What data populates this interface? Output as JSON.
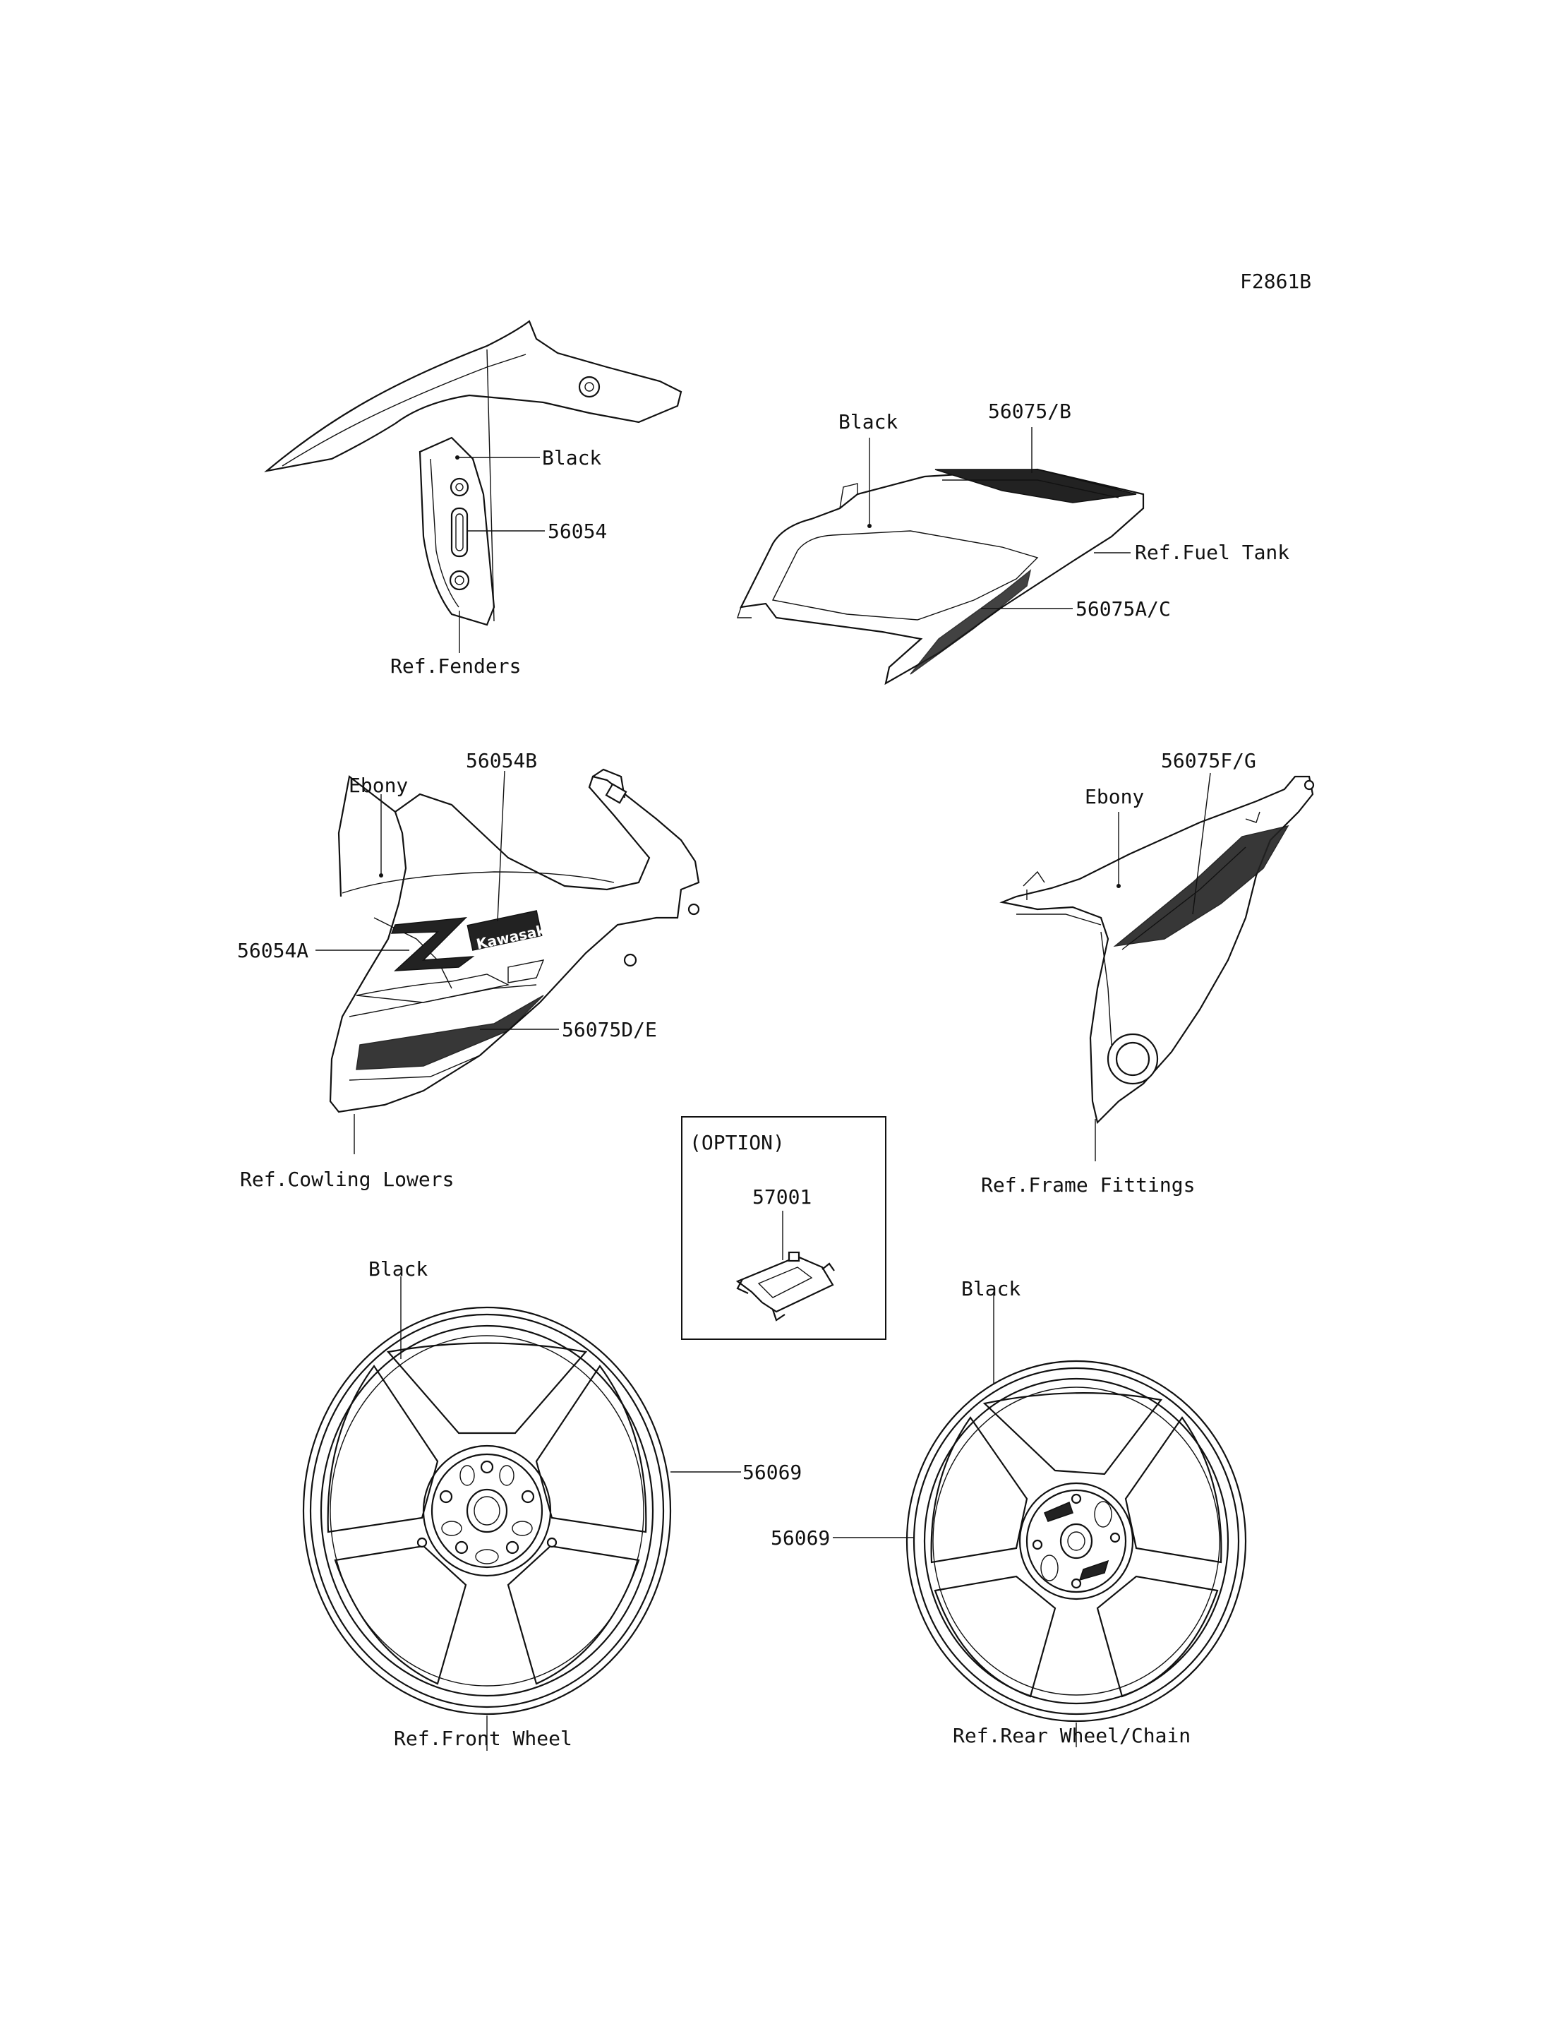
{
  "figure_code": "F2861B",
  "front_fender": {
    "color_label": "Black",
    "part_number": "56054",
    "ref_label": "Ref.Fenders"
  },
  "tank_cover": {
    "color_label": "Black",
    "part_top": "56075/B",
    "ref_label": "Ref.Fuel Tank",
    "part_side": "56075A/C"
  },
  "cowling": {
    "color_label": "Ebony",
    "part_logo": "56054B",
    "part_z": "56054A",
    "part_stripe": "56075D/E",
    "ref_label": "Ref.Cowling Lowers",
    "logo_text": "Kawasaki"
  },
  "side_cover": {
    "part_number": "56075F/G",
    "color_label": "Ebony",
    "ref_label": "Ref.Frame Fittings"
  },
  "option_box": {
    "title": "(OPTION)",
    "part_number": "57001"
  },
  "front_wheel": {
    "color_label": "Black",
    "part_number": "56069",
    "ref_label": "Ref.Front Wheel"
  },
  "rear_wheel": {
    "color_label": "Black",
    "part_number": "56069",
    "ref_label": "Ref.Rear Wheel/Chain"
  }
}
